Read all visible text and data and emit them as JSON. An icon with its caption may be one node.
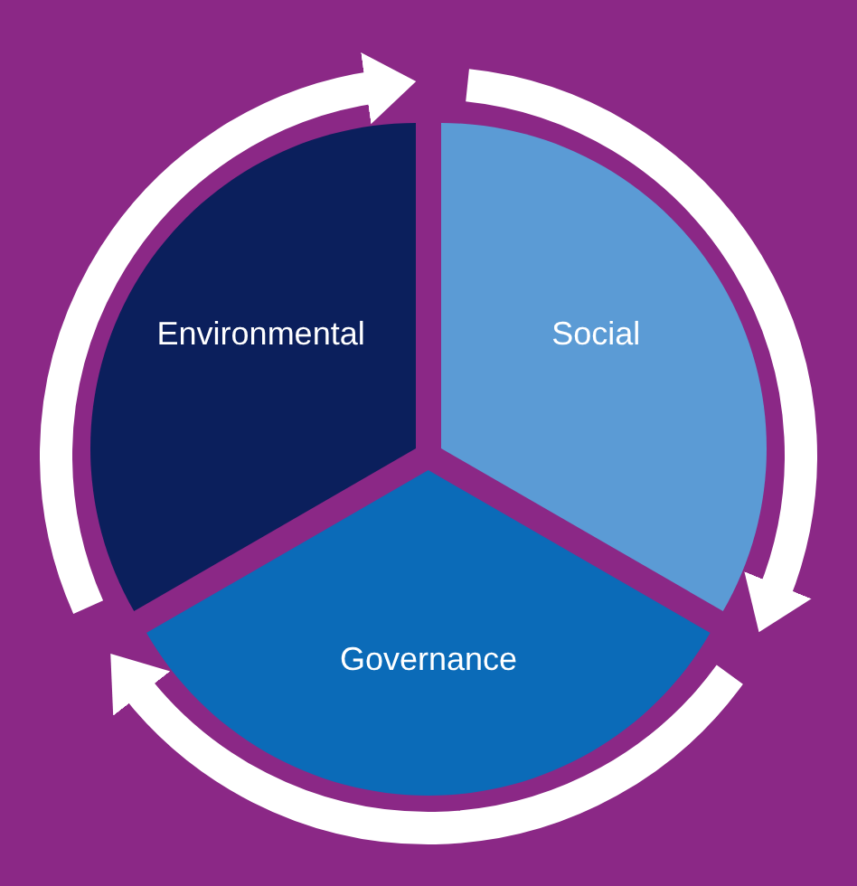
{
  "diagram": {
    "nodes": [
      {
        "text": [
          "Environmental"
        ]
      },
      {
        "text": [
          "Social"
        ]
      },
      {
        "text": [
          "Governance"
        ]
      }
    ]
  }
}
